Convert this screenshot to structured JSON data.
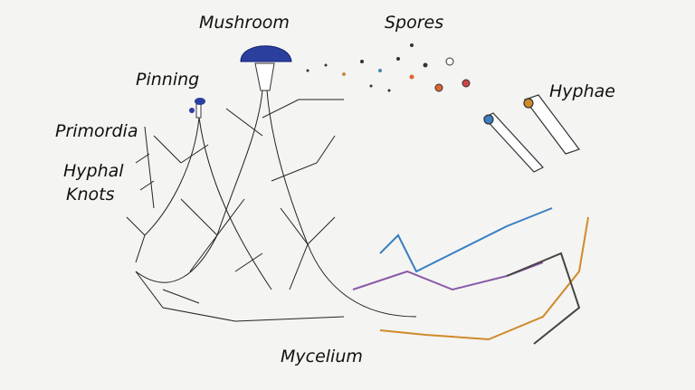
{
  "labels": {
    "mushroom": "Mushroom",
    "spores": "Spores",
    "pinning": "Pinning",
    "hyphae": "Hyphae",
    "primordia": "Primordia",
    "hyphal_knots_1": "Hyphal",
    "hyphal_knots_2": "Knots",
    "mycelium": "Mycelium"
  },
  "colors": {
    "cap": "#2a3f9e",
    "mycelium_ink": "#222222",
    "blue_hyphae": "#3a7fc0",
    "purple_hyphae": "#8a5aa8",
    "orange_hyphae": "#d08a2a"
  }
}
